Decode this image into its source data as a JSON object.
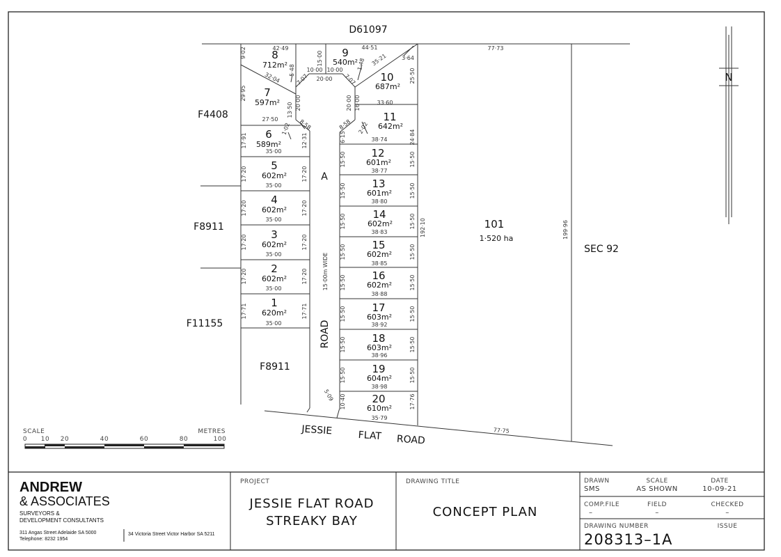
{
  "plan": {
    "neighbours": {
      "north": "D61097",
      "west_upper": "F4408",
      "west_mid": "F8911",
      "west_lower": "F11155",
      "south_west": "F8911",
      "east": "SEC 92"
    },
    "road_a_label": "A",
    "road_width_label": "15·00m WIDE",
    "road_label": "ROAD",
    "jessie": [
      "JESSIE",
      "FLAT",
      "ROAD"
    ],
    "lot_101": {
      "number": "101",
      "area": "1·520 ha"
    },
    "frontage_top": "77·73",
    "frontage_bottom": "77·75",
    "east_side": "199·96",
    "lot101_west": "192·10",
    "west_lots": [
      {
        "number": "8",
        "area": "712m²"
      },
      {
        "number": "7",
        "area": "597m²"
      },
      {
        "number": "6",
        "area": "589m²"
      },
      {
        "number": "5",
        "area": "602m²"
      },
      {
        "number": "4",
        "area": "602m²"
      },
      {
        "number": "3",
        "area": "602m²"
      },
      {
        "number": "2",
        "area": "602m²"
      },
      {
        "number": "1",
        "area": "620m²"
      }
    ],
    "east_lots": [
      {
        "number": "9",
        "area": "540m²"
      },
      {
        "number": "10",
        "area": "687m²"
      },
      {
        "number": "11",
        "area": "642m²"
      },
      {
        "number": "12",
        "area": "601m²"
      },
      {
        "number": "13",
        "area": "601m²"
      },
      {
        "number": "14",
        "area": "602m²"
      },
      {
        "number": "15",
        "area": "602m²"
      },
      {
        "number": "16",
        "area": "602m²"
      },
      {
        "number": "17",
        "area": "603m²"
      },
      {
        "number": "18",
        "area": "603m²"
      },
      {
        "number": "19",
        "area": "604m²"
      },
      {
        "number": "20",
        "area": "610m²"
      }
    ],
    "west_depths": [
      "35·00",
      "35·00",
      "35·00",
      "35·00",
      "35·00",
      "35·00"
    ],
    "west_side_dims": [
      "17·91",
      "17·20",
      "17·20",
      "17·20",
      "17·20",
      "17·71"
    ],
    "west_front_dims": [
      "12·31",
      "17·20",
      "17·20",
      "17·20",
      "17·20",
      "17·71"
    ],
    "east_depths": [
      "38·74",
      "38·77",
      "38·80",
      "38·83",
      "38·85",
      "38·88",
      "38·92",
      "38·96",
      "38·98",
      "35·79"
    ],
    "east_front_dims": [
      "6·15",
      "15·50",
      "15·50",
      "15·50",
      "15·50",
      "15·50",
      "15·50",
      "15·50",
      "15·50",
      "10·40"
    ],
    "east_rear_dims": [
      "24·84",
      "15·50",
      "15·50",
      "15·50",
      "15·50",
      "15·50",
      "15·50",
      "15·50",
      "15·50",
      "17·76"
    ],
    "misc_dims": {
      "d_42_49": "42·49",
      "d_9_02": "9·02",
      "d_32_04": "32·04",
      "d_5_48": "5·48",
      "d_29_95": "29·95",
      "d_13_50": "13·50",
      "d_27_50": "27·50",
      "d_15_00": "15·00",
      "d_10_00a": "10·00",
      "d_10_00b": "10·00",
      "d_20_00": "20·00",
      "d_7_07a": "7·07",
      "d_7_07b": "7·07",
      "d_20_00c": "20·00",
      "d_20_00d": "20·00",
      "d_16_00": "16·00",
      "d_1_02": "1·02",
      "d_8_58a": "8·58",
      "d_8_58b": "8·58",
      "d_2_02": "2·02",
      "d_44_51": "44·51",
      "d_35_21": "35·21",
      "d_1_48": "1·48",
      "d_3_64": "3·64",
      "d_25_50": "25·50",
      "d_33_60": "33·60",
      "d_5_09": "5·09"
    },
    "north_label": "N"
  },
  "scale_bar": {
    "scale_label": "SCALE",
    "metres_label": "METRES",
    "ticks": [
      "0",
      "10",
      "20",
      "40",
      "60",
      "80",
      "100"
    ]
  },
  "title_block": {
    "company_line1": "ANDREW",
    "company_line2": "& ASSOCIATES",
    "company_sub1": "SURVEYORS &",
    "company_sub2": "DEVELOPMENT CONSULTANTS",
    "address1_line1": "311 Angas Street Adelaide SA 5000",
    "address1_line2": "Telephone: 8232 1954",
    "address2": "34 Victoria Street Victor Harbor SA 5211",
    "project_label": "PROJECT",
    "project_line1": "JESSIE FLAT ROAD",
    "project_line2": "STREAKY BAY",
    "drawing_title_label": "DRAWING TITLE",
    "drawing_title": "CONCEPT PLAN",
    "drawn_label": "DRAWN",
    "drawn_value": "SMS",
    "scale_label": "SCALE",
    "scale_value": "AS SHOWN",
    "date_label": "DATE",
    "date_value": "10-09-21",
    "comp_file_label": "COMP.FILE",
    "comp_file_value": "–",
    "field_label": "FIELD",
    "field_value": "–",
    "checked_label": "CHECKED",
    "checked_value": "–",
    "drawing_number_label": "DRAWING NUMBER",
    "drawing_number": "208313–1A",
    "issue_label": "ISSUE"
  }
}
